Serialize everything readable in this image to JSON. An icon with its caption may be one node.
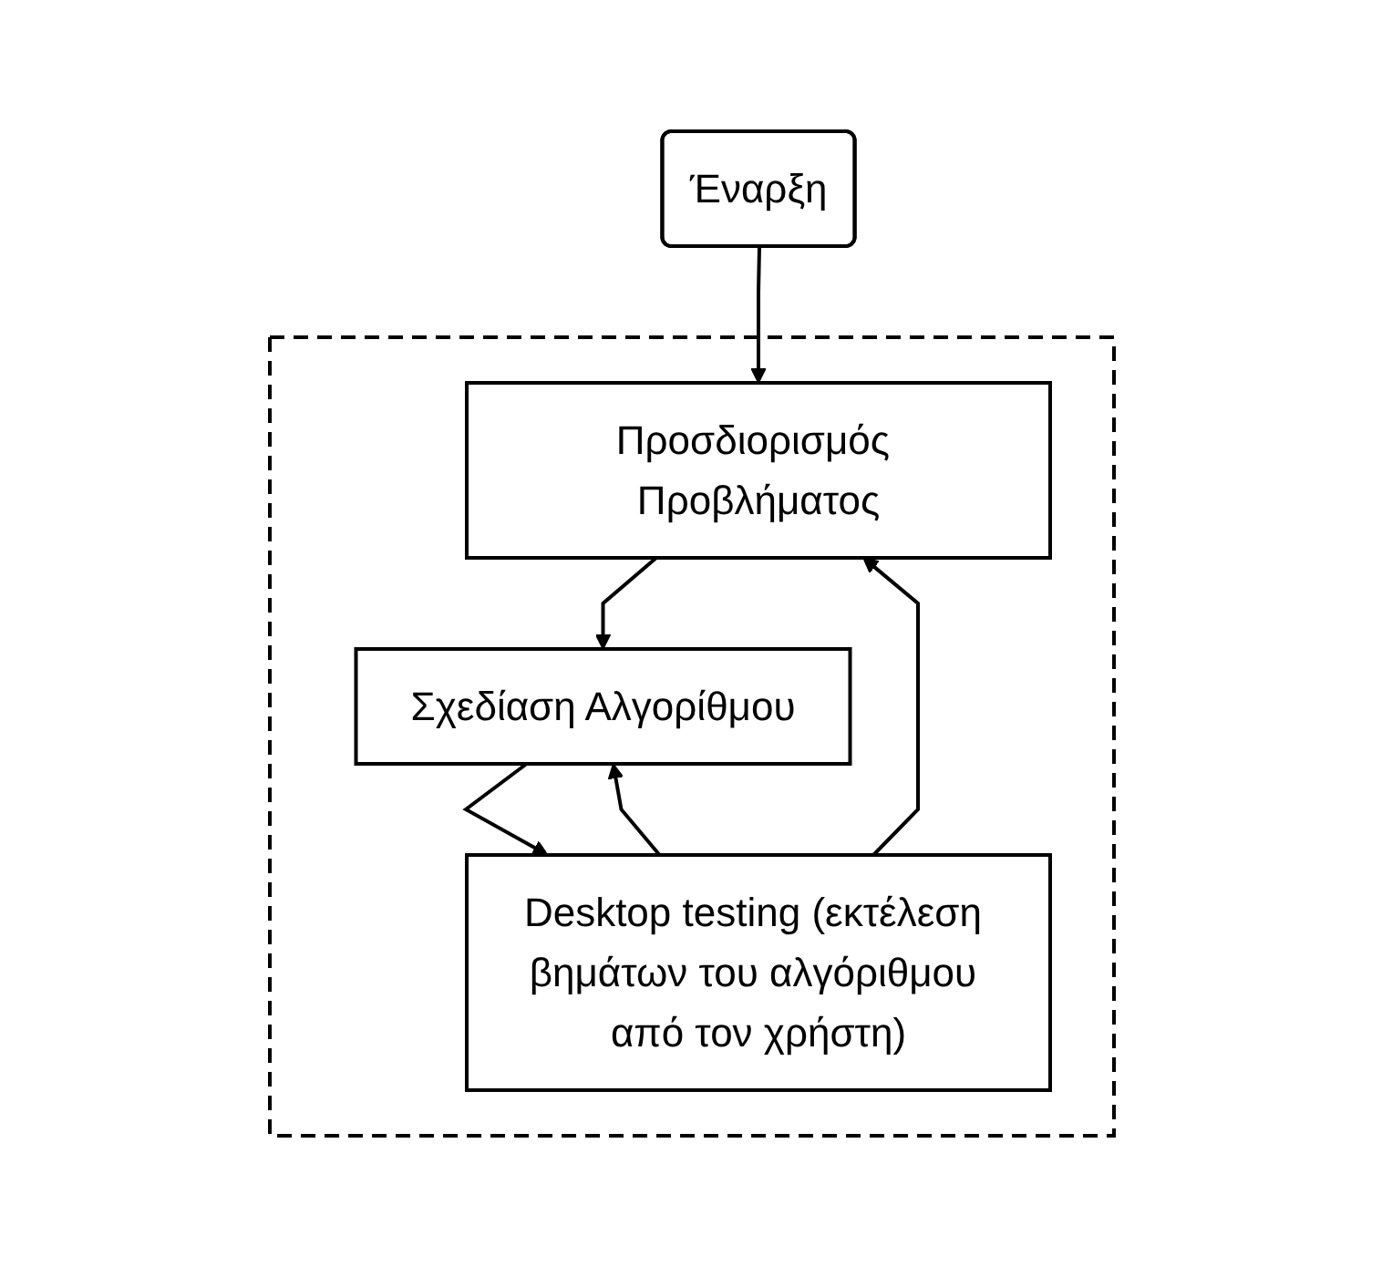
{
  "diagram": {
    "nodes": [
      {
        "text": [
          "Έναρξη"
        ]
      },
      {
        "text": [],
        "shape": "box"
      },
      {
        "text": [
          "Προσδιορισμός Προβλήματος"
        ],
        "in": 1
      },
      {
        "text": [
          "Σχεδίαση Αλγορίθμου"
        ],
        "in": 1
      },
      {
        "text": [
          "Desktop testing (εκτέλεση βημάτων του αλγόριθμου από τον χρήστη)"
        ],
        "in": 1
      }
    ],
    "edges": [
      {
        "from": 0,
        "to": 2,
        "arrow": "to"
      },
      {
        "from": 2,
        "to": 3,
        "arrow": "to"
      },
      {
        "from": 3,
        "to": 4,
        "arrow": "to"
      },
      {
        "from": 4,
        "to": 2,
        "arrow": "to"
      },
      {
        "from": 4,
        "to": 3,
        "arrow": "to"
      }
    ]
  }
}
